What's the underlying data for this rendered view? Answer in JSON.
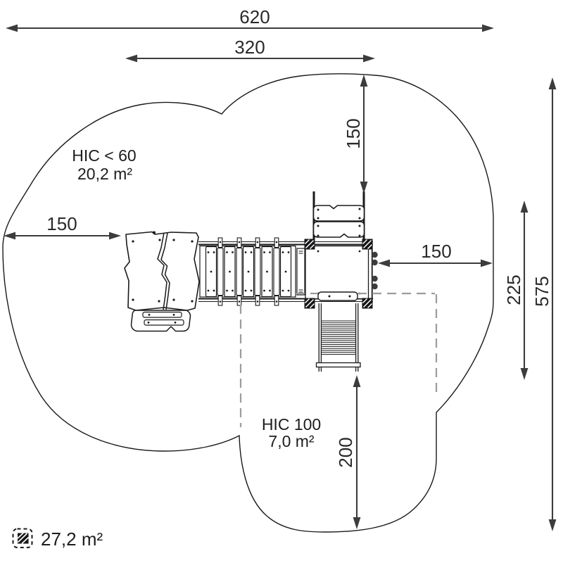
{
  "diagram": {
    "kind": "playground safety-area top view plan",
    "dimensions": {
      "total_width": "620",
      "structure_width": "320",
      "clearance_top": "150",
      "clearance_left": "150",
      "clearance_right": "150",
      "right_inner_height": "225",
      "total_height": "575",
      "slide_clearance": "200"
    },
    "zones": {
      "hic60": {
        "label": "HIC < 60",
        "area": "20,2 m²"
      },
      "hic100": {
        "label": "HIC 100",
        "area": "7,0 m²"
      }
    },
    "legend": {
      "total_area": "27,2 m²"
    },
    "colors": {
      "line": "#1a1a1c",
      "dimension": "#3c3c3e",
      "dashed_zone": "#9c9c9c",
      "background": "#ffffff"
    }
  }
}
